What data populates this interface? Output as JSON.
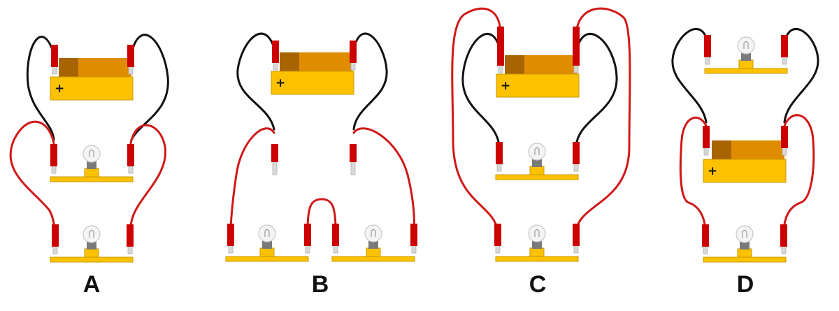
{
  "colors": {
    "black_wire": "#111111",
    "red_wire": "#d01818",
    "battery_body": "#fcc200",
    "battery_top": "#e08c00",
    "battery_cap": "#a86400",
    "base": "#fcc200",
    "clip_red": "#cc0000",
    "clip_metal": "#d8d8d8",
    "bulb_glass": "#f4f4f4",
    "bulb_screw": "#7a7a7a"
  },
  "circuits": [
    {
      "id": "A",
      "label": "A",
      "battery_sign": "+"
    },
    {
      "id": "B",
      "label": "B",
      "battery_sign": "+"
    },
    {
      "id": "C",
      "label": "C",
      "battery_sign": "+"
    },
    {
      "id": "D",
      "label": "D",
      "battery_sign": "+"
    }
  ]
}
